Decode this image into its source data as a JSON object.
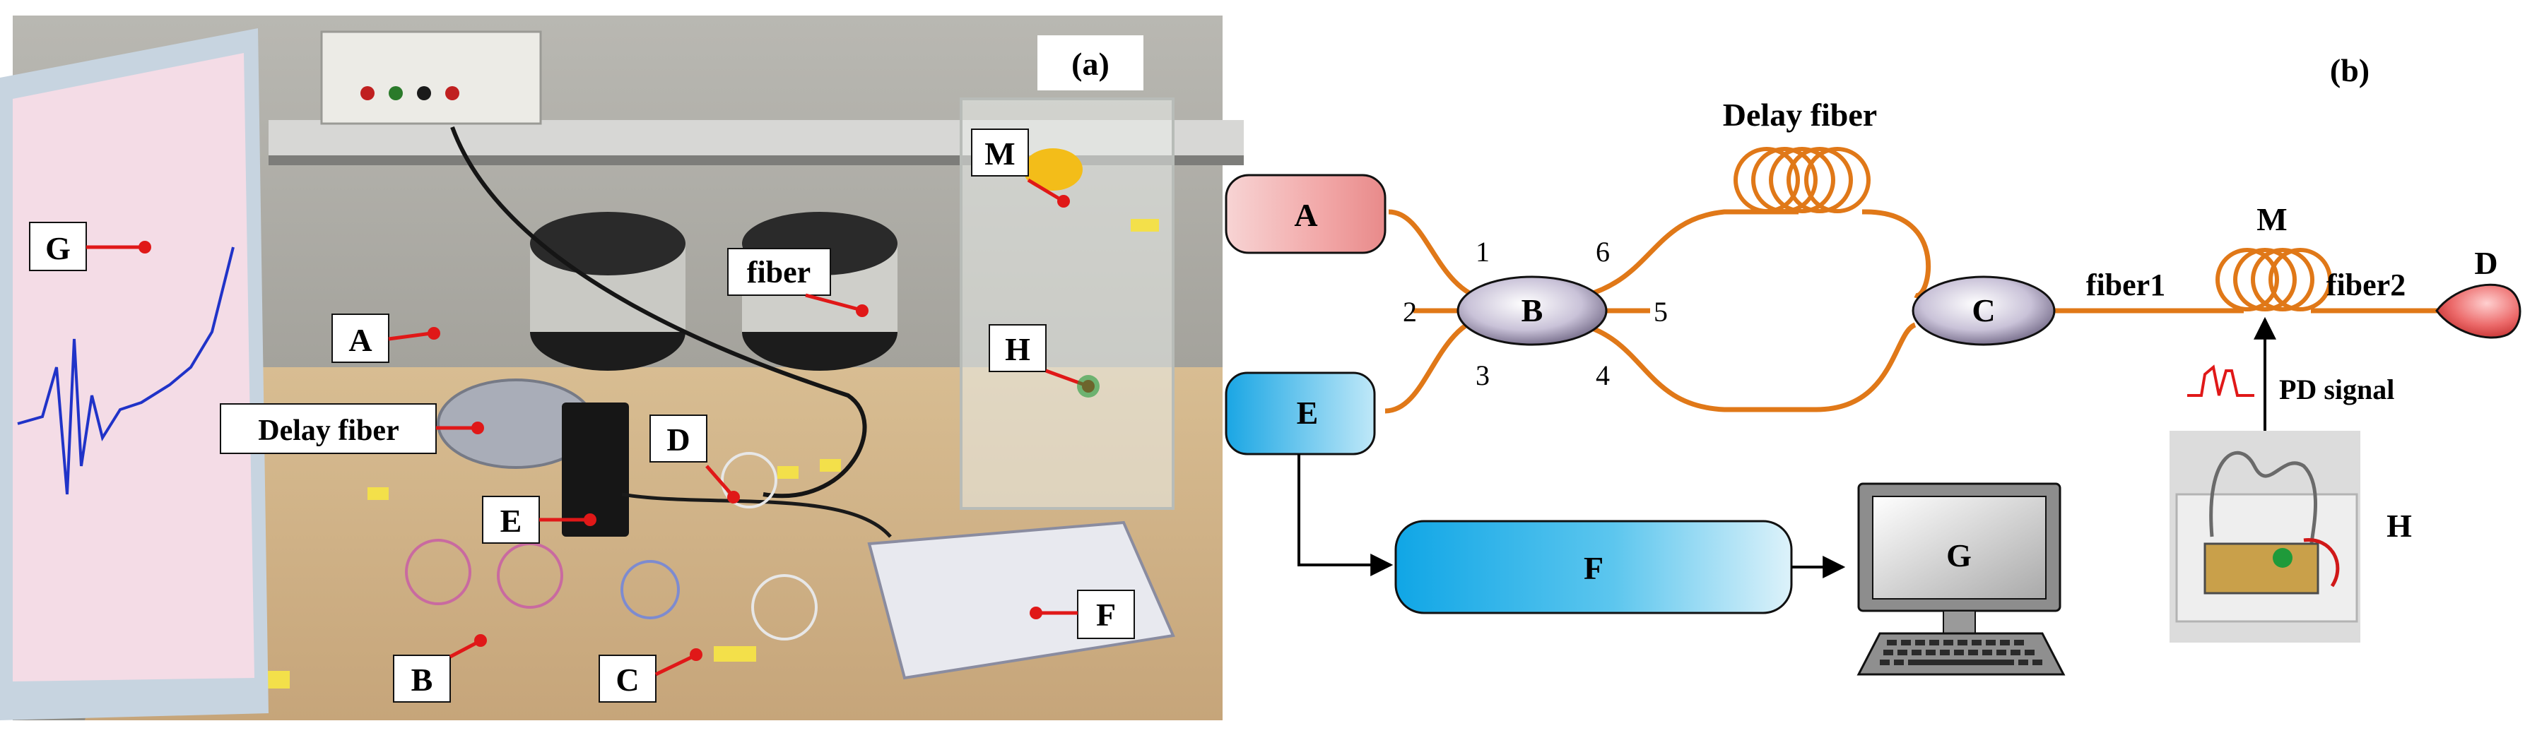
{
  "panel_a": {
    "panel_label": "(a)",
    "callouts": {
      "g": "G",
      "a": "A",
      "delay_fiber": "Delay fiber",
      "fiber": "fiber",
      "m": "M",
      "h": "H",
      "d": "D",
      "e": "E",
      "f": "F",
      "b": "B",
      "c": "C"
    }
  },
  "panel_b": {
    "panel_label": "(b)",
    "delay_fiber_label": "Delay fiber",
    "node_a": "A",
    "node_b": "B",
    "node_c": "C",
    "node_d": "D",
    "node_e": "E",
    "node_f": "F",
    "node_g": "G",
    "node_h": "H",
    "node_m": "M",
    "port_1": "1",
    "port_2": "2",
    "port_3": "3",
    "port_4": "4",
    "port_5": "5",
    "port_6": "6",
    "fiber1_label": "fiber1",
    "fiber2_label": "fiber2",
    "pd_signal_label": "PD signal"
  },
  "colors": {
    "fiber": "#e07818",
    "callout_dot": "#e01818",
    "node_a_fill": "#f4b8b8",
    "node_e_fill": "#22b0e6",
    "coupler_fill": "#7c7294"
  }
}
